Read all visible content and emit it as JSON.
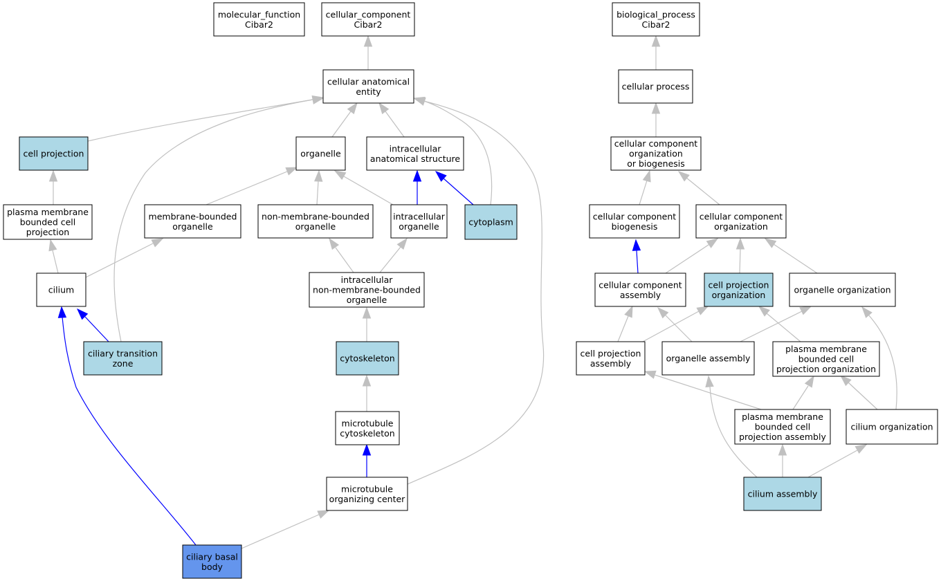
{
  "colors": {
    "default_fill": "#ffffff",
    "annotated_fill": "#add8e6",
    "query_fill": "#6495ed",
    "is_a_edge": "#c0c0c0",
    "part_of_edge": "#0000ff"
  },
  "nodes": [
    {
      "id": "mf",
      "lines": [
        "molecular_function",
        "Cibar2"
      ],
      "style": "default"
    },
    {
      "id": "cc",
      "lines": [
        "cellular_component",
        "Cibar2"
      ],
      "style": "default"
    },
    {
      "id": "bp",
      "lines": [
        "biological_process",
        "Cibar2"
      ],
      "style": "default"
    },
    {
      "id": "cae",
      "lines": [
        "cellular anatomical",
        "entity"
      ],
      "style": "default"
    },
    {
      "id": "cproc",
      "lines": [
        "cellular process"
      ],
      "style": "default"
    },
    {
      "id": "cproj",
      "lines": [
        "cell projection"
      ],
      "style": "annotated"
    },
    {
      "id": "org",
      "lines": [
        "organelle"
      ],
      "style": "default"
    },
    {
      "id": "ias",
      "lines": [
        "intracellular",
        "anatomical structure"
      ],
      "style": "default"
    },
    {
      "id": "ccob",
      "lines": [
        "cellular component",
        "organization",
        "or biogenesis"
      ],
      "style": "default"
    },
    {
      "id": "pmbcp",
      "lines": [
        "plasma membrane",
        "bounded cell",
        "projection"
      ],
      "style": "default"
    },
    {
      "id": "mbo",
      "lines": [
        "membrane-bounded",
        "organelle"
      ],
      "style": "default"
    },
    {
      "id": "nmbo",
      "lines": [
        "non-membrane-bounded",
        "organelle"
      ],
      "style": "default"
    },
    {
      "id": "io",
      "lines": [
        "intracellular",
        "organelle"
      ],
      "style": "default"
    },
    {
      "id": "cyto",
      "lines": [
        "cytoplasm"
      ],
      "style": "annotated"
    },
    {
      "id": "ccb",
      "lines": [
        "cellular component",
        "biogenesis"
      ],
      "style": "default"
    },
    {
      "id": "cco",
      "lines": [
        "cellular component",
        "organization"
      ],
      "style": "default"
    },
    {
      "id": "cil",
      "lines": [
        "cilium"
      ],
      "style": "default"
    },
    {
      "id": "inmbo",
      "lines": [
        "intracellular",
        "non-membrane-bounded",
        "organelle"
      ],
      "style": "default"
    },
    {
      "id": "cca",
      "lines": [
        "cellular component",
        "assembly"
      ],
      "style": "default"
    },
    {
      "id": "cpo",
      "lines": [
        "cell projection",
        "organization"
      ],
      "style": "annotated"
    },
    {
      "id": "oo",
      "lines": [
        "organelle organization"
      ],
      "style": "default"
    },
    {
      "id": "ctz",
      "lines": [
        "ciliary transition",
        "zone"
      ],
      "style": "annotated"
    },
    {
      "id": "cysk",
      "lines": [
        "cytoskeleton"
      ],
      "style": "annotated"
    },
    {
      "id": "cpa",
      "lines": [
        "cell projection",
        "assembly"
      ],
      "style": "default"
    },
    {
      "id": "oa",
      "lines": [
        "organelle assembly"
      ],
      "style": "default"
    },
    {
      "id": "pmbcpo",
      "lines": [
        "plasma membrane",
        "bounded cell",
        "projection organization"
      ],
      "style": "default"
    },
    {
      "id": "mtc",
      "lines": [
        "microtubule",
        "cytoskeleton"
      ],
      "style": "default"
    },
    {
      "id": "pmbcpa",
      "lines": [
        "plasma membrane",
        "bounded cell",
        "projection assembly"
      ],
      "style": "default"
    },
    {
      "id": "cilo",
      "lines": [
        "cilium organization"
      ],
      "style": "default"
    },
    {
      "id": "mtoc",
      "lines": [
        "microtubule",
        "organizing center"
      ],
      "style": "default"
    },
    {
      "id": "cila",
      "lines": [
        "cilium assembly"
      ],
      "style": "annotated"
    },
    {
      "id": "cbb",
      "lines": [
        "ciliary basal",
        "body"
      ],
      "style": "query"
    }
  ],
  "edges": [
    {
      "from": "cae",
      "to": "cc",
      "type": "is_a"
    },
    {
      "from": "cproc",
      "to": "bp",
      "type": "is_a"
    },
    {
      "from": "cproj",
      "to": "cae",
      "type": "is_a"
    },
    {
      "from": "org",
      "to": "cae",
      "type": "is_a"
    },
    {
      "from": "ias",
      "to": "cae",
      "type": "is_a"
    },
    {
      "from": "cyto",
      "to": "cae",
      "type": "is_a"
    },
    {
      "from": "ctz",
      "to": "cae",
      "type": "is_a"
    },
    {
      "from": "mtoc",
      "to": "cae",
      "type": "is_a"
    },
    {
      "from": "pmbcp",
      "to": "cproj",
      "type": "is_a"
    },
    {
      "from": "mbo",
      "to": "org",
      "type": "is_a"
    },
    {
      "from": "nmbo",
      "to": "org",
      "type": "is_a"
    },
    {
      "from": "io",
      "to": "org",
      "type": "is_a"
    },
    {
      "from": "io",
      "to": "ias",
      "type": "part_of"
    },
    {
      "from": "cyto",
      "to": "ias",
      "type": "part_of"
    },
    {
      "from": "cil",
      "to": "pmbcp",
      "type": "is_a"
    },
    {
      "from": "cil",
      "to": "mbo",
      "type": "is_a"
    },
    {
      "from": "inmbo",
      "to": "nmbo",
      "type": "is_a"
    },
    {
      "from": "inmbo",
      "to": "io",
      "type": "is_a"
    },
    {
      "from": "ctz",
      "to": "cil",
      "type": "part_of"
    },
    {
      "from": "cbb",
      "to": "cil",
      "type": "part_of"
    },
    {
      "from": "cysk",
      "to": "inmbo",
      "type": "is_a"
    },
    {
      "from": "mtc",
      "to": "cysk",
      "type": "is_a"
    },
    {
      "from": "mtoc",
      "to": "mtc",
      "type": "part_of"
    },
    {
      "from": "cbb",
      "to": "mtoc",
      "type": "is_a"
    },
    {
      "from": "ccob",
      "to": "cproc",
      "type": "is_a"
    },
    {
      "from": "ccb",
      "to": "ccob",
      "type": "is_a"
    },
    {
      "from": "cco",
      "to": "ccob",
      "type": "is_a"
    },
    {
      "from": "cca",
      "to": "ccb",
      "type": "part_of"
    },
    {
      "from": "cca",
      "to": "cco",
      "type": "is_a"
    },
    {
      "from": "cpo",
      "to": "cco",
      "type": "is_a"
    },
    {
      "from": "oo",
      "to": "cco",
      "type": "is_a"
    },
    {
      "from": "cpa",
      "to": "cca",
      "type": "is_a"
    },
    {
      "from": "oa",
      "to": "cca",
      "type": "is_a"
    },
    {
      "from": "cpa",
      "to": "cpo",
      "type": "is_a"
    },
    {
      "from": "pmbcpo",
      "to": "cpo",
      "type": "is_a"
    },
    {
      "from": "oa",
      "to": "oo",
      "type": "is_a"
    },
    {
      "from": "cilo",
      "to": "oo",
      "type": "is_a"
    },
    {
      "from": "pmbcpa",
      "to": "cpa",
      "type": "is_a"
    },
    {
      "from": "pmbcpa",
      "to": "pmbcpo",
      "type": "is_a"
    },
    {
      "from": "cilo",
      "to": "pmbcpo",
      "type": "is_a"
    },
    {
      "from": "cila",
      "to": "oa",
      "type": "is_a"
    },
    {
      "from": "cila",
      "to": "pmbcpa",
      "type": "is_a"
    },
    {
      "from": "cila",
      "to": "cilo",
      "type": "is_a"
    }
  ]
}
